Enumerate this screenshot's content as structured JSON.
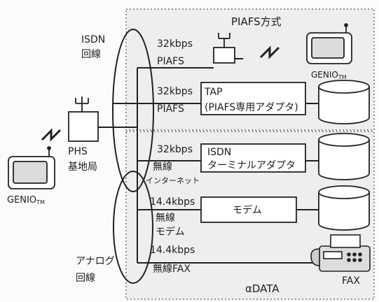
{
  "top_region_title": "PIAFS方式",
  "bottom_region_title": "αDATA",
  "isdn_label": [
    "ISDN",
    "回線"
  ],
  "analog_label": [
    "アナログ",
    "回線"
  ],
  "phs_label": [
    "PHS",
    "基地局"
  ],
  "genio_left": "GENIO",
  "genio_right": "GENIO",
  "genio_suffix": "TM",
  "lines": [
    {
      "speed": "32kbps",
      "mode": [
        "PIAFS"
      ]
    },
    {
      "speed": "32kbps",
      "mode": [
        "PIAFS"
      ],
      "box": [
        "TAP",
        "(PIAFS専用アダプタ)"
      ]
    },
    {
      "speed": "32kbps",
      "mode": [
        "無線",
        "インターネット"
      ],
      "box": [
        "ISDN",
        "ターミナルアダプタ"
      ]
    },
    {
      "speed": "14.4kbps",
      "mode": [
        "無線",
        "モデム"
      ],
      "box": [
        "モデム"
      ]
    },
    {
      "speed": "14.4kbps",
      "mode": [
        "無線FAX"
      ]
    }
  ],
  "fax_label": "FAX"
}
